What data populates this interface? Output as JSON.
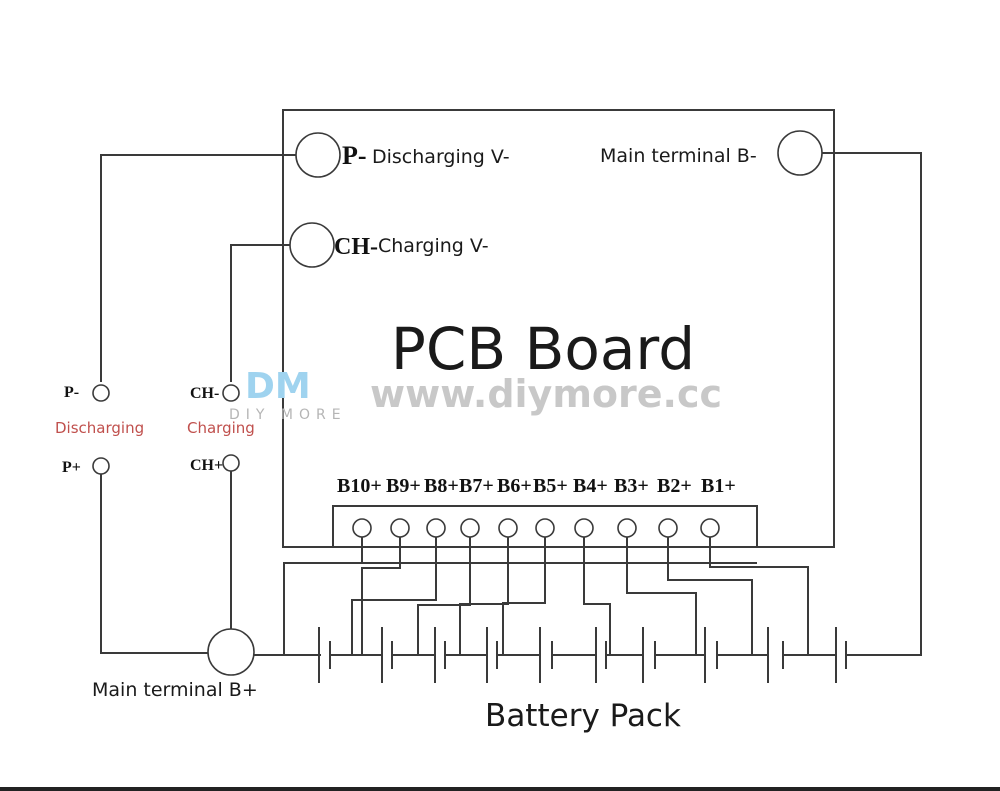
{
  "diagram": {
    "title": "PCB Board",
    "subtitle": "Battery Pack",
    "watermark": {
      "logo": "DM",
      "logo_sub": "DIY MORE",
      "url": "www.diymore.cc",
      "logo_color": "#9fd3ef",
      "url_color": "#c8c8c8"
    },
    "board_terminals": {
      "p_minus": {
        "code": "P-",
        "label": "Discharging V-"
      },
      "ch_minus": {
        "code": "CH-",
        "label": "Charging V-"
      },
      "b_minus": {
        "label": "Main terminal B-"
      }
    },
    "external_ports": {
      "discharging": {
        "label": "Discharging",
        "minus": "P-",
        "plus": "P+",
        "color": "#c0504d"
      },
      "charging": {
        "label": "Charging",
        "minus": "CH-",
        "plus": "CH+",
        "color": "#c0504d"
      }
    },
    "main_b_plus": {
      "label": "Main terminal B+"
    },
    "balance_pins": [
      "B10+",
      "B9+",
      "B8+",
      "B7+",
      "B6+",
      "B5+",
      "B4+",
      "B3+",
      "B2+",
      "B1+"
    ],
    "cell_count": 10
  }
}
